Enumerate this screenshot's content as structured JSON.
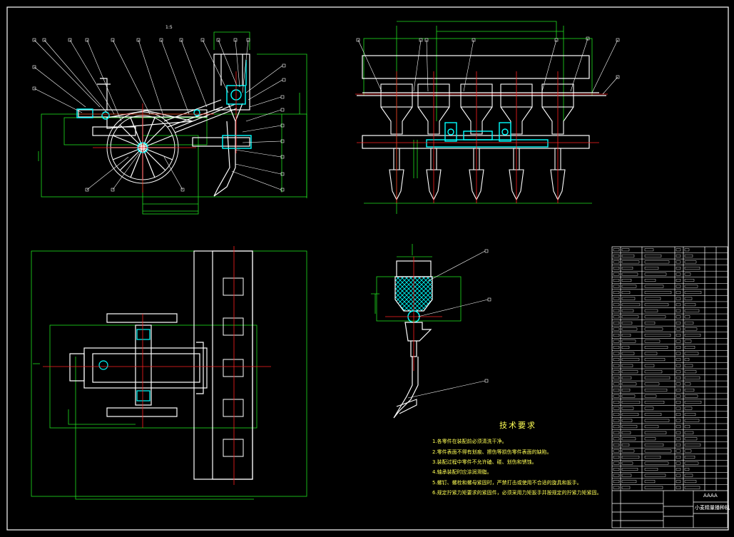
{
  "drawing": {
    "title": "小麦精量播种机",
    "code": "AAAA",
    "scale_mark": "1:5"
  },
  "technical_requirements": {
    "heading": "技术要求",
    "items": [
      "1.各零件在装配前必须清洗干净。",
      "2.零件表面不得有划痕、擦伤等损伤零件表面的缺陷。",
      "3.装配过程中零件不允许磕、碰、划伤和锈蚀。",
      "4.轴承装配时应涂润滑脂。",
      "5.螺钉、螺栓和螺母紧固时，严禁打击或使用不合适的旋具和扳手。",
      "6.规定拧紧力矩要求的紧固件，必须采用力矩扳手并按规定的拧紧力矩紧固。"
    ]
  },
  "colors": {
    "background": "#000000",
    "outline": "#ffffff",
    "centerline": "#ff2020",
    "dimension": "#20e020",
    "highlight": "#00ffff",
    "text": "#ffff55"
  }
}
